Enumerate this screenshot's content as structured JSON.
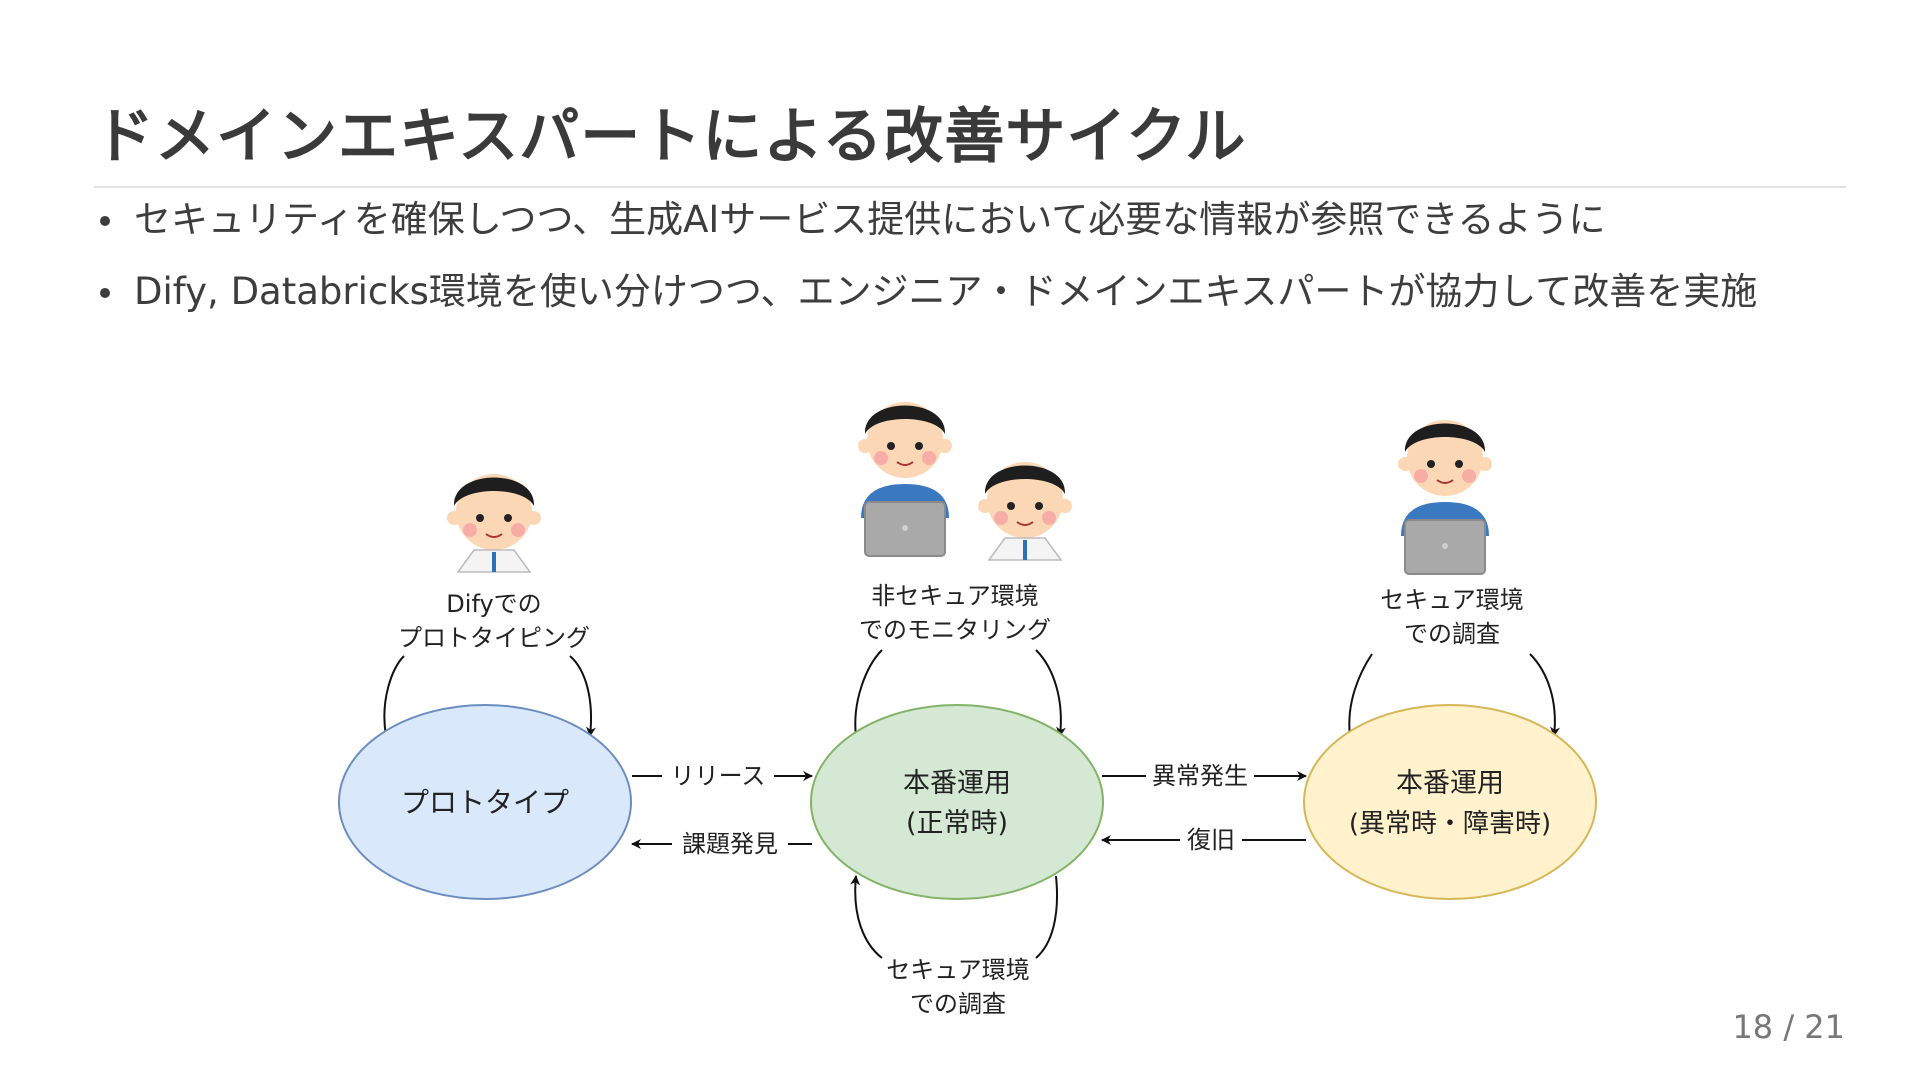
{
  "title": "ドメインエキスパートによる改善サイクル",
  "bullets": [
    "セキュリティを確保しつつ、生成AIサービス提供において必要な情報が参照できるように",
    "Dify, Databricks環境を使い分けつつ、エンジニア・ドメインエキスパートが協力して改善を実施"
  ],
  "diagram": {
    "nodes": {
      "prototype": {
        "label": "プロトタイプ",
        "fill": "#dae8fc",
        "stroke": "#6c8ebf"
      },
      "prod_normal": {
        "line1": "本番運用",
        "line2": "(正常時)",
        "fill": "#d5e8d4",
        "stroke": "#82b366"
      },
      "prod_incident": {
        "line1": "本番運用",
        "line2": "(異常時・障害時)",
        "fill": "#fff2cc",
        "stroke": "#d6b656"
      }
    },
    "loops": {
      "prototype_loop": {
        "line1": "Difyでの",
        "line2": "プロトタイピング"
      },
      "monitoring_loop": {
        "line1": "非セキュア環境",
        "line2": "でのモニタリング"
      },
      "incident_loop": {
        "line1": "セキュア環境",
        "line2": "での調査"
      },
      "bottom_loop": {
        "line1": "セキュア環境",
        "line2": "での調査"
      }
    },
    "edges": {
      "release": "リリース",
      "issue_found": "課題発見",
      "anomaly": "異常発生",
      "recovery": "復旧"
    },
    "people_icons": [
      "person-icon",
      "person-with-laptop-icon",
      "person-icon",
      "person-with-laptop-icon"
    ]
  },
  "page_number": "18 / 21"
}
